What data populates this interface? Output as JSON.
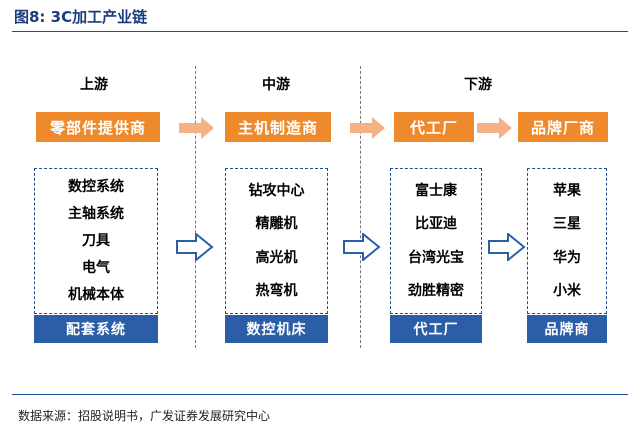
{
  "title": "图8:  3C加工产业链",
  "stages": [
    "上游",
    "中游",
    "下游"
  ],
  "top_boxes": [
    "零部件提供商",
    "主机制造商",
    "代工厂",
    "品牌厂商"
  ],
  "columns": [
    {
      "items": [
        "数控系统",
        "主轴系统",
        "刀具",
        "电气",
        "机械本体"
      ],
      "footer": "配套系统"
    },
    {
      "items": [
        "钻攻中心",
        "精雕机",
        "高光机",
        "热弯机"
      ],
      "footer": "数控机床"
    },
    {
      "items": [
        "富士康",
        "比亚迪",
        "台湾光宝",
        "劲胜精密"
      ],
      "footer": "代工厂"
    },
    {
      "items": [
        "苹果",
        "三星",
        "华为",
        "小米"
      ],
      "footer": "品牌商"
    }
  ],
  "source": "数据来源：招股说明书，广发证券发展研究中心",
  "colors": {
    "orange": "#ef8a2c",
    "blue": "#2b5ea7",
    "arrow_fill": "#f4b183",
    "title": "#1a3d7c"
  }
}
